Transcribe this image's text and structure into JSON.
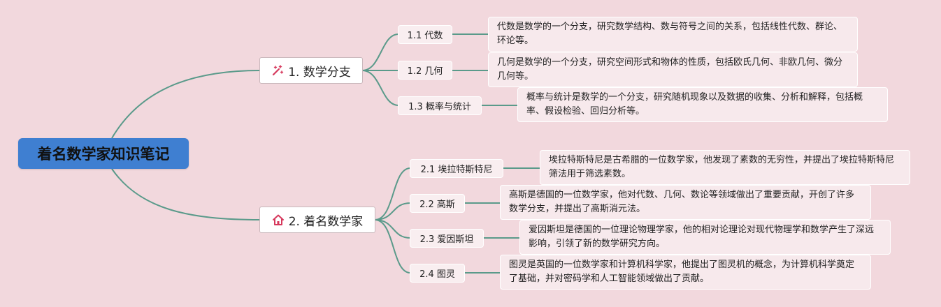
{
  "root": {
    "title": "着名数学家知识笔记"
  },
  "branches": [
    {
      "label": "1. 数学分支",
      "icon": "magic-wand-icon",
      "children": [
        {
          "label": "1.1 代数",
          "desc": "代数是数学的一个分支，研究数学结构、数与符号之间的关系，包括线性代数、群论、环论等。"
        },
        {
          "label": "1.2 几何",
          "desc": "几何是数学的一个分支，研究空间形式和物体的性质，包括欧氏几何、非欧几何、微分几何等。"
        },
        {
          "label": "1.3 概率与统计",
          "desc": "概率与统计是数学的一个分支，研究随机现象以及数据的收集、分析和解释，包括概率、假设检验、回归分析等。"
        }
      ]
    },
    {
      "label": "2. 着名数学家",
      "icon": "home-icon",
      "children": [
        {
          "label": "2.1 埃拉特斯特尼",
          "desc": "埃拉特斯特尼是古希腊的一位数学家，他发现了素数的无穷性，并提出了埃拉特斯特尼筛法用于筛选素数。"
        },
        {
          "label": "2.2 高斯",
          "desc": "高斯是德国的一位数学家，他对代数、几何、数论等领域做出了重要贡献，开创了许多数学分支，并提出了高斯消元法。"
        },
        {
          "label": "2.3 爱因斯坦",
          "desc": "爱因斯坦是德国的一位理论物理学家，他的相对论理论对现代物理学和数学产生了深远影响，引领了新的数学研究方向。"
        },
        {
          "label": "2.4 图灵",
          "desc": "图灵是英国的一位数学家和计算机科学家，他提出了图灵机的概念，为计算机科学奠定了基础，并对密码学和人工智能领域做出了贡献。"
        }
      ]
    }
  ],
  "colors": {
    "background": "#f2d8dd",
    "root": "#3f7fd1",
    "connector": "#5a9a8a",
    "icon": "#d6385c"
  }
}
